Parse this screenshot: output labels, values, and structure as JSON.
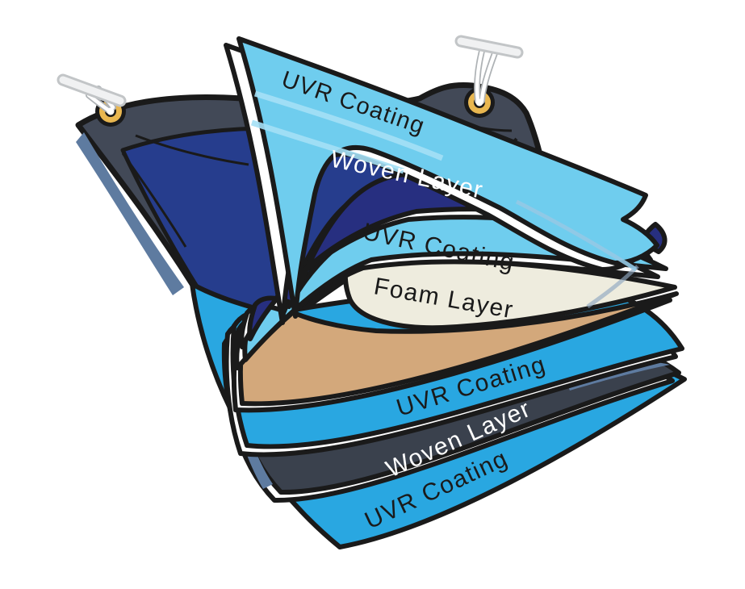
{
  "diagram": {
    "layers": [
      {
        "id": "uvr-top",
        "label": "UVR Coating",
        "color": "#6FCDEE",
        "text_color": "#1A1A1A"
      },
      {
        "id": "woven-upper",
        "label": "Woven Layer",
        "color": "#272F80",
        "text_color": "#FFFFFF"
      },
      {
        "id": "uvr-upper-mid",
        "label": "UVR Coating",
        "color": "#6FCDEE",
        "text_color": "#1A1A1A"
      },
      {
        "id": "foam",
        "label": "Foam Layer",
        "color": "#EEECDE",
        "side_color": "#D3A87B",
        "text_color": "#1A1A1A"
      },
      {
        "id": "uvr-lower-mid",
        "label": "UVR Coating",
        "color": "#29A7E1",
        "text_color": "#1A1A1A"
      },
      {
        "id": "woven-lower",
        "label": "Woven Layer",
        "color": "#3A414D",
        "text_color": "#FFFFFF"
      },
      {
        "id": "uvr-bottom",
        "label": "UVR Coating",
        "color": "#29A7E1",
        "text_color": "#1A1A1A"
      }
    ],
    "tarp": {
      "border_color": "#424957",
      "interior_color": "#263D8D",
      "highlight_color": "#5E7BA0",
      "outline_color": "#1A1A1A"
    },
    "grommet": {
      "ring_color": "#E9B750"
    },
    "hook": {
      "bar_color": "#F0F1F2",
      "outline_color": "#C2C5C7",
      "cord_color": "#FFFFFF"
    }
  }
}
